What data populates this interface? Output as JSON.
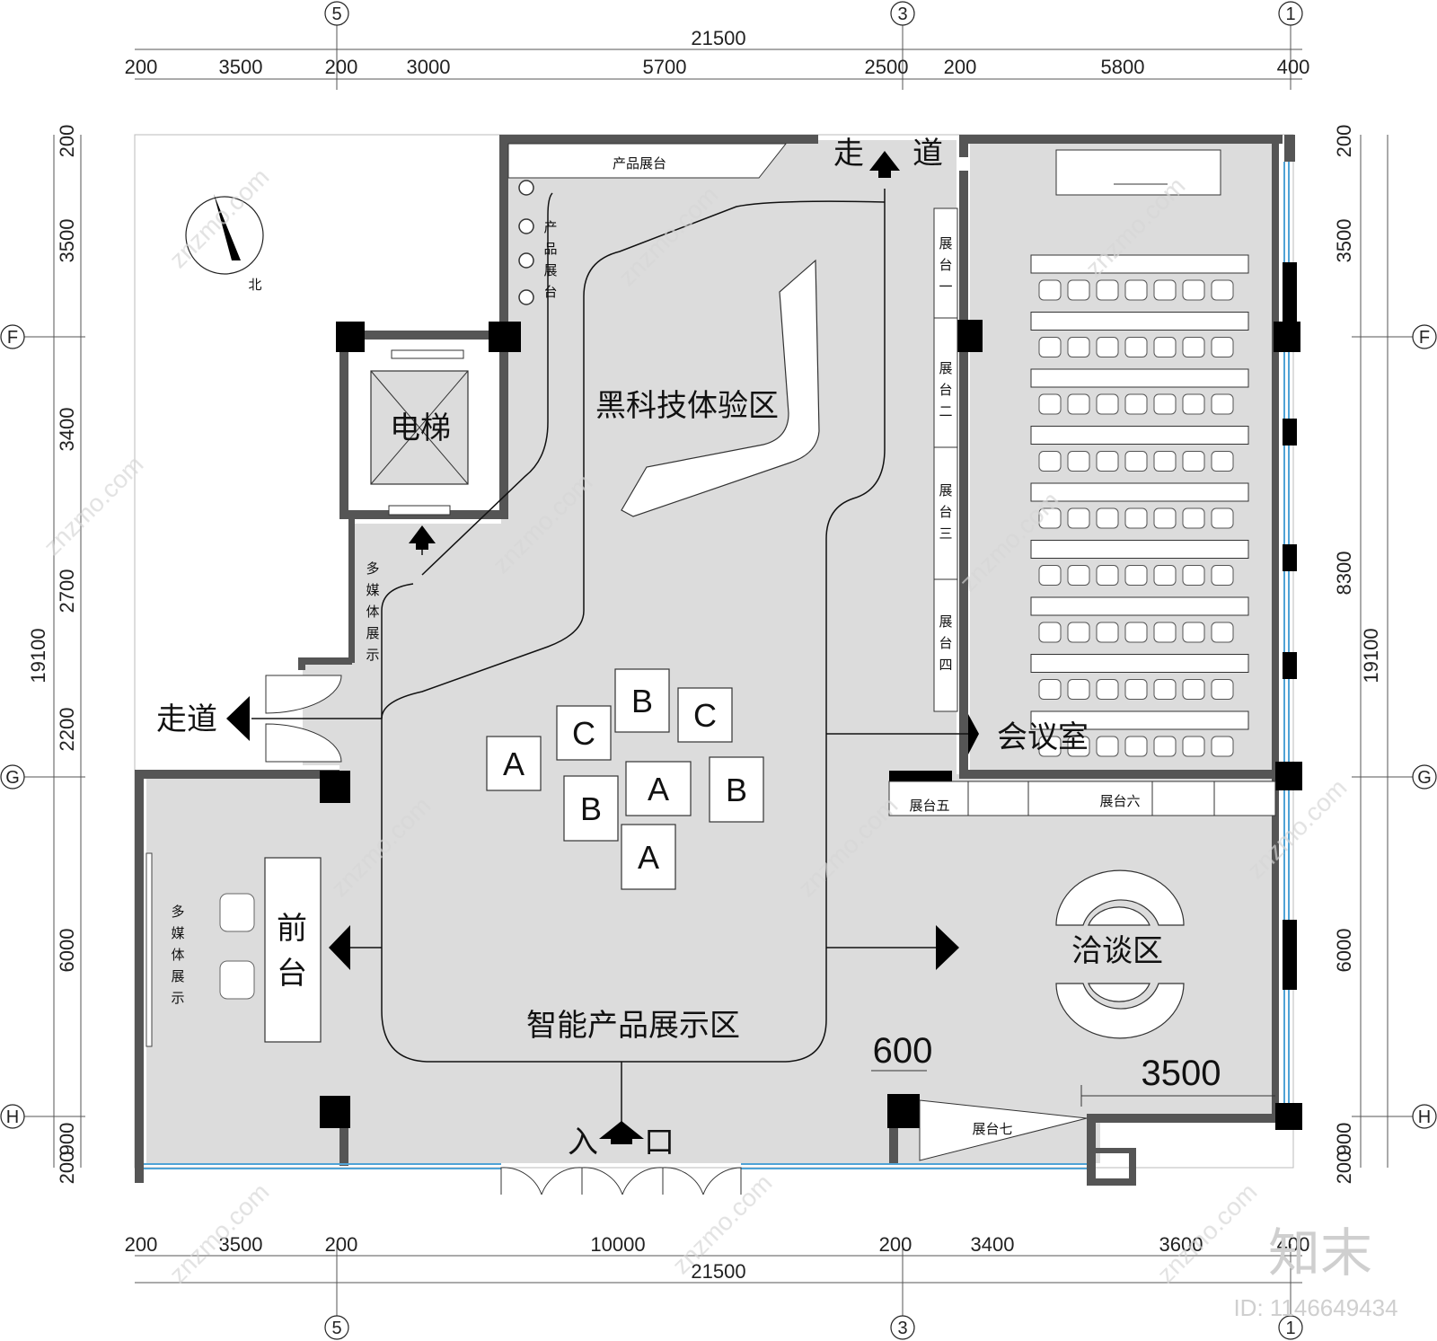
{
  "dims": {
    "top_total": "21500",
    "top_segments": [
      "200",
      "3500",
      "200",
      "3000",
      "5700",
      "2500",
      "200",
      "5800",
      "400"
    ],
    "bottom_total": "21500",
    "bottom_segments": [
      "200",
      "3500",
      "200",
      "10000",
      "200",
      "3400",
      "3600",
      "400"
    ],
    "left_total": "19100",
    "left_segments": [
      "200",
      "3500",
      "3400",
      "2700",
      "2200",
      "6000",
      "900",
      "200"
    ],
    "right_total": "19100",
    "right_segments": [
      "200",
      "3500",
      "8300",
      "6000",
      "900",
      "200"
    ],
    "inner_600": "600",
    "inner_3500": "3500"
  },
  "axes": {
    "col_5": "5",
    "col_3": "3",
    "col_1": "1",
    "row_F": "F",
    "row_G": "G",
    "row_H": "H"
  },
  "compass": {
    "north": "北"
  },
  "labels": {
    "corridor_top_1": "走",
    "corridor_top_2": "道",
    "corridor_left": "走道",
    "elevator": "电梯",
    "black_tech": "黑科技体验区",
    "smart_products": "智能产品展示区",
    "reception_1": "前",
    "reception_2": "台",
    "meeting_room": "会议室",
    "negotiation": "洽谈区",
    "entrance_1": "入",
    "entrance_2": "口",
    "product_stand_top": "产品展台",
    "product_stand_side": [
      "产",
      "品",
      "展",
      "台"
    ],
    "multimedia_upper": [
      "多",
      "媒",
      "体",
      "展",
      "示"
    ],
    "multimedia_lower": [
      "多",
      "媒",
      "体",
      "展",
      "示"
    ],
    "stand_1": [
      "展",
      "台",
      "一"
    ],
    "stand_2": [
      "展",
      "台",
      "二"
    ],
    "stand_3": [
      "展",
      "台",
      "三"
    ],
    "stand_4": [
      "展",
      "台",
      "四"
    ],
    "stand_5": "展台五",
    "stand_6": "展台六",
    "stand_7": "展台七"
  },
  "display_boxes": [
    {
      "id": "box1",
      "letter": "B"
    },
    {
      "id": "box2",
      "letter": "C"
    },
    {
      "id": "box3",
      "letter": "C"
    },
    {
      "id": "box4",
      "letter": "A"
    },
    {
      "id": "box5",
      "letter": "A"
    },
    {
      "id": "box6",
      "letter": "B"
    },
    {
      "id": "box7",
      "letter": "B"
    },
    {
      "id": "box8",
      "letter": "A"
    }
  ],
  "watermark": {
    "site": "znzmo.com",
    "logo": "知末",
    "id": "ID: 1146649434"
  },
  "colors": {
    "floor": "#dcdcdc",
    "wall": "#505050",
    "glass": "#4fa3d6",
    "column": "#000000"
  }
}
